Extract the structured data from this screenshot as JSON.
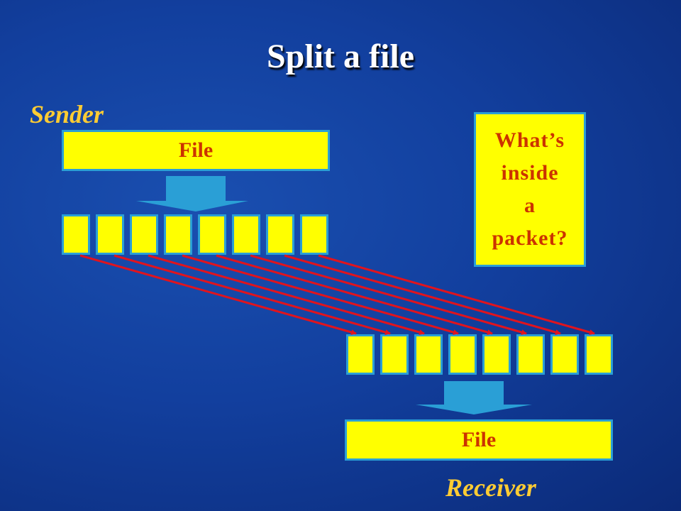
{
  "title": "Split a file",
  "sender_label": "Sender",
  "receiver_label": "Receiver",
  "sender_file_label": "File",
  "receiver_file_label": "File",
  "question": "What’s\ninside\na\npacket?",
  "packet_count": 8,
  "colors": {
    "background": "#123f9e",
    "box_fill": "#ffff00",
    "box_border": "#2a9fd6",
    "box_text": "#cc3300",
    "role_text": "#ffcc33",
    "arrow": "#e0141e",
    "down_arrow": "#2a9fd6"
  }
}
